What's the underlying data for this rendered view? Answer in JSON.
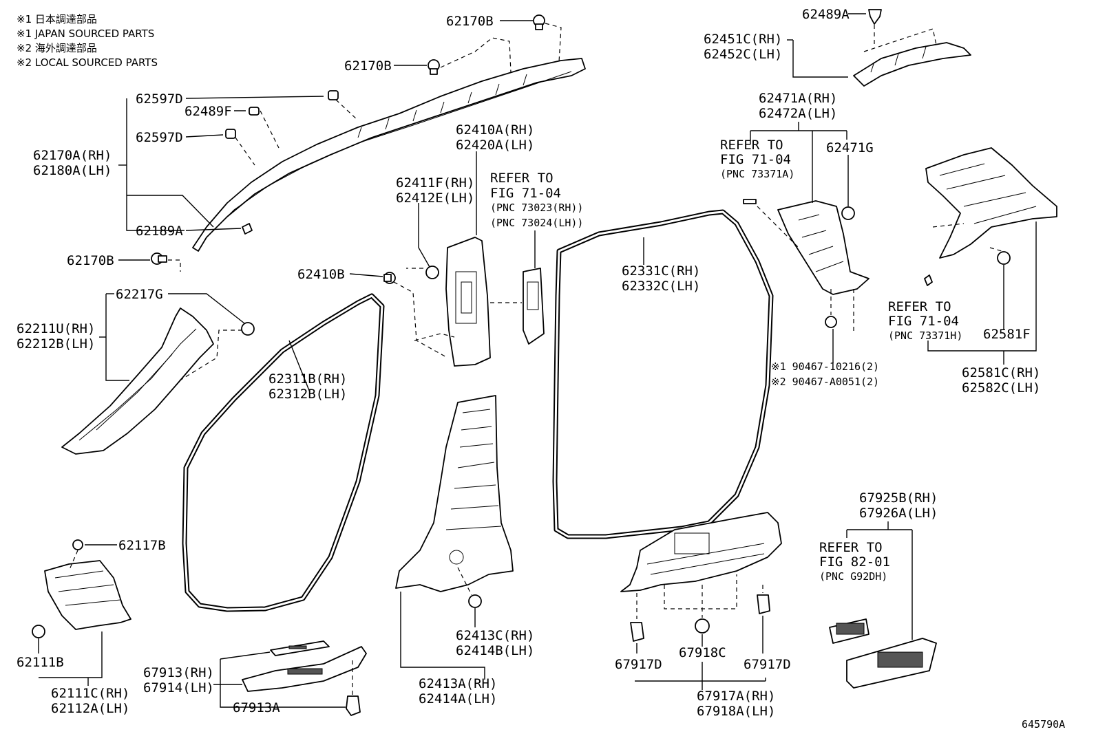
{
  "notes": [
    "※1 日本調達部品",
    "※1 JAPAN SOURCED PARTS",
    "※2 海外調達部品",
    "※2 LOCAL SOURCED PARTS"
  ],
  "labels": {
    "l62170B_top": "62170B",
    "l62170B_mid": "62170B",
    "l62597D_a": "62597D",
    "l62489F": "62489F",
    "l62597D_b": "62597D",
    "l62170A_rh": "62170A(RH)",
    "l62180A_lh": "62180A(LH)",
    "l62189A": "62189A",
    "l62170B_low": "62170B",
    "l62217G": "62217G",
    "l62211U_rh": "62211U(RH)",
    "l62212B_lh": "62212B(LH)",
    "l62410A_rh": "62410A(RH)",
    "l62420A_lh": "62420A(LH)",
    "l62411F_rh": "62411F(RH)",
    "l62412E_lh": "62412E(LH)",
    "l62410B": "62410B",
    "l62311B_rh": "62311B(RH)",
    "l62312B_lh": "62312B(LH)",
    "l62331C_rh": "62331C(RH)",
    "l62332C_lh": "62332C(LH)",
    "l62489A": "62489A",
    "l62451C_rh": "62451C(RH)",
    "l62452C_lh": "62452C(LH)",
    "l62471A_rh": "62471A(RH)",
    "l62472A_lh": "62472A(LH)",
    "l62471G": "62471G",
    "l62581F": "62581F",
    "l62581C_rh": "62581C(RH)",
    "l62582C_lh": "62582C(LH)",
    "l90467_1": "※1 90467-10216(2)",
    "l90467_2": "※2 90467-A0051(2)",
    "l62117B": "62117B",
    "l62111B": "62111B",
    "l62111C_rh": "62111C(RH)",
    "l62112A_lh": "62112A(LH)",
    "l67913_rh": "67913(RH)",
    "l67914_lh": "67914(LH)",
    "l67913A": "67913A",
    "l62413C_rh": "62413C(RH)",
    "l62414B_lh": "62414B(LH)",
    "l62413A_rh": "62413A(RH)",
    "l62414A_lh": "62414A(LH)",
    "l67917D_a": "67917D",
    "l67918C": "67918C",
    "l67917D_b": "67917D",
    "l67917A_rh": "67917A(RH)",
    "l67918A_lh": "67918A(LH)",
    "l67925B_rh": "67925B(RH)",
    "l67926A_lh": "67926A(LH)",
    "figure_no": "645790A"
  },
  "refs": {
    "r1_l1": "REFER TO",
    "r1_l2": "FIG 71-04",
    "r1_l3": "(PNC 73023(RH))",
    "r1_l4": "(PNC 73024(LH))",
    "r2_l1": "REFER TO",
    "r2_l2": "FIG 71-04",
    "r2_l3": "(PNC 73371A)",
    "r3_l1": "REFER TO",
    "r3_l2": "FIG 71-04",
    "r3_l3": "(PNC 73371H)",
    "r4_l1": "REFER TO",
    "r4_l2": "FIG 82-01",
    "r4_l3": "(PNC G92DH)"
  }
}
